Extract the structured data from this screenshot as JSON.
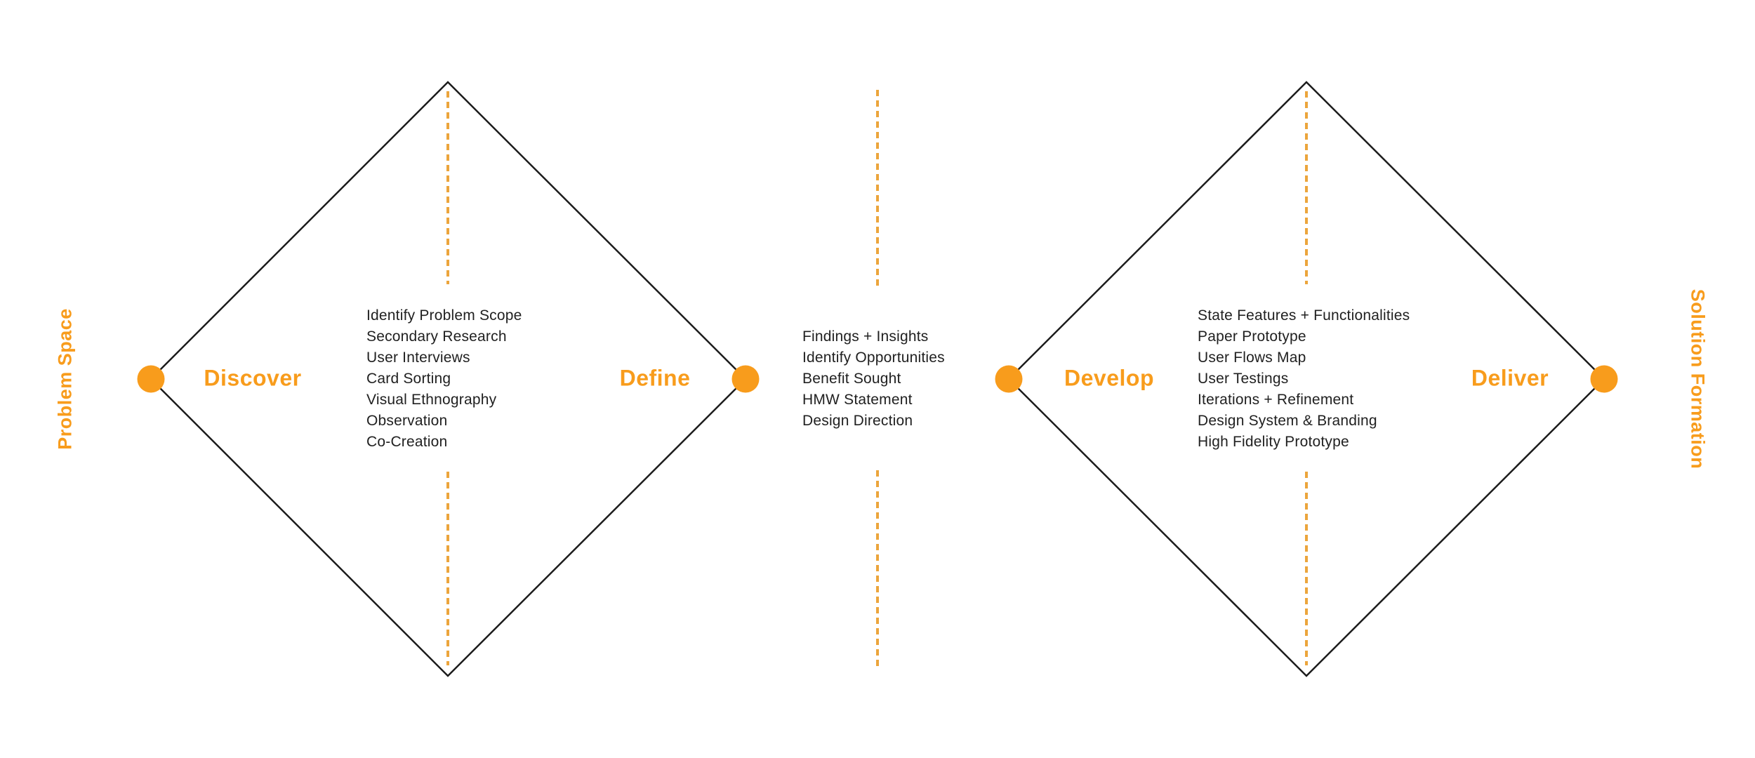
{
  "colors": {
    "accent_orange": "#F89C1C",
    "dash_orange": "#ECA53C",
    "outline_black": "#1C1C1C",
    "text_dark": "#212121",
    "background": "#FFFFFF"
  },
  "side_labels": {
    "left": "Problem Space",
    "right": "Solution Formation"
  },
  "stages": {
    "discover": "Discover",
    "define": "Define",
    "develop": "Develop",
    "deliver": "Deliver"
  },
  "lists": {
    "discover": {
      "items": [
        "Identify Problem Scope",
        "Secondary Research",
        "User Interviews",
        "Card Sorting",
        "Visual Ethnography",
        "Observation",
        "Co-Creation"
      ]
    },
    "define": {
      "items": [
        "Findings + Insights",
        "Identify Opportunities",
        "Benefit Sought",
        "HMW Statement",
        "Design Direction"
      ]
    },
    "develop": {
      "items": [
        "State Features + Functionalities",
        "Paper Prototype",
        "User Flows Map",
        "User Testings",
        "Iterations + Refinement",
        "Design System & Branding",
        "High Fidelity Prototype"
      ]
    }
  }
}
